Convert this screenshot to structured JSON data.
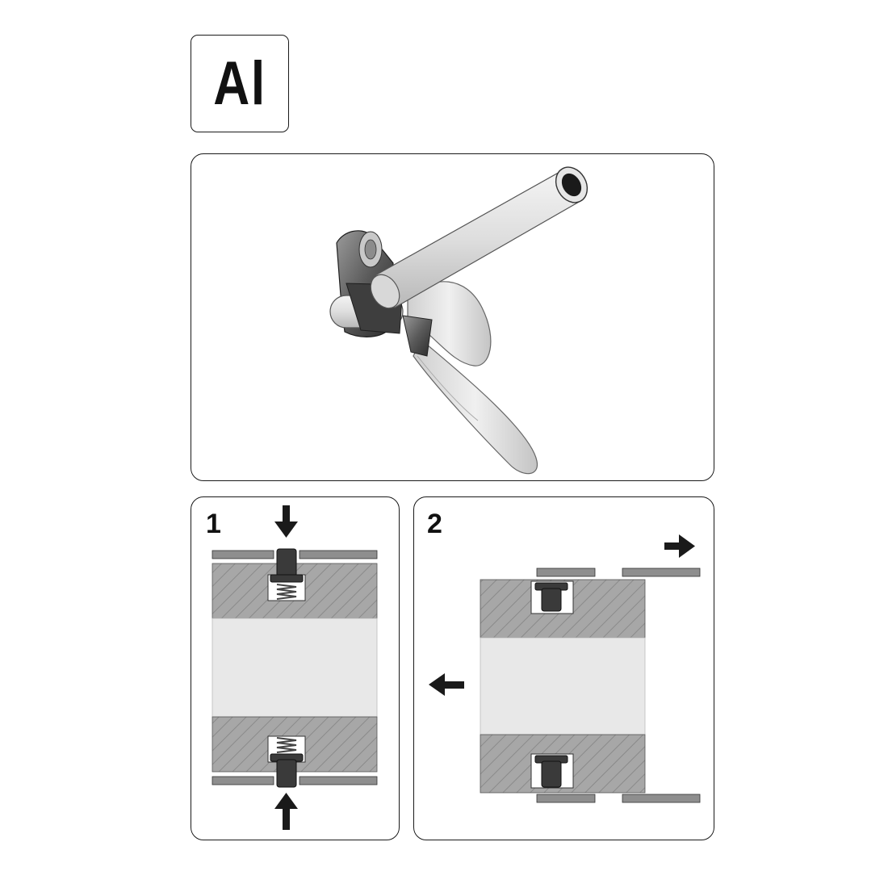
{
  "material_symbol": "Al",
  "steps": [
    {
      "number": "1"
    },
    {
      "number": "2"
    }
  ],
  "colors": {
    "hatch_fill": "#a7a7a7",
    "hatch_line": "#8a8a8a",
    "core_fill": "#e8e8e8",
    "sheet_fill": "#8e8e8e",
    "rivet_fill": "#3a3a3a",
    "tool_light": "#dcdcdc",
    "tool_dark": "#4a4a4a",
    "outline": "#1a1a1a"
  }
}
